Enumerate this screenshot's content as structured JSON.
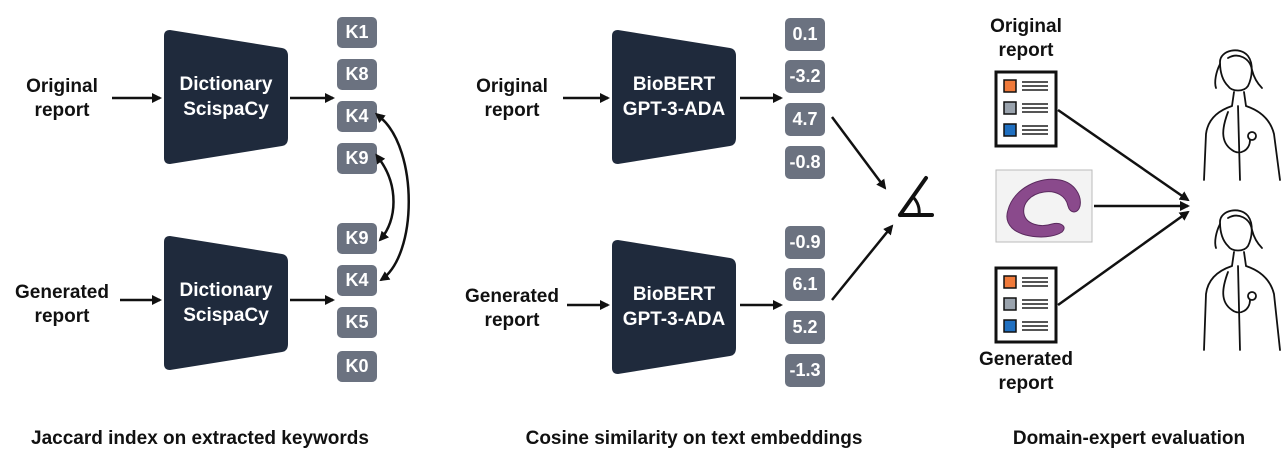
{
  "jaccard": {
    "original_input_label": [
      "Original",
      "report"
    ],
    "generated_input_label": [
      "Generated",
      "report"
    ],
    "encoder_label": [
      "Dictionary",
      "ScispaCy"
    ],
    "original_keywords": [
      "K1",
      "K8",
      "K4",
      "K9"
    ],
    "generated_keywords": [
      "K9",
      "K4",
      "K5",
      "K0"
    ],
    "caption": "Jaccard index on extracted keywords"
  },
  "cosine": {
    "original_input_label": [
      "Original",
      "report"
    ],
    "generated_input_label": [
      "Generated",
      "report"
    ],
    "encoder_label": [
      "BioBERT",
      "GPT-3-ADA"
    ],
    "original_embedding": [
      "0.1",
      "-3.2",
      "4.7",
      "-0.8"
    ],
    "generated_embedding": [
      "-0.9",
      "6.1",
      "5.2",
      "-1.3"
    ],
    "caption": "Cosine similarity on text embeddings"
  },
  "expert": {
    "original_label": [
      "Original",
      "report"
    ],
    "generated_label": [
      "Generated",
      "report"
    ],
    "caption": "Domain-expert evaluation"
  },
  "colors": {
    "encoder_fill": "#1f2a3c",
    "tag_fill": "#6b7280",
    "icon_orange": "#f07a3a",
    "icon_gray": "#9aa3ad",
    "icon_blue": "#1f6fc0"
  },
  "icons": [
    "angle-icon",
    "report-icon",
    "histology-slide-icon",
    "doctor-icon"
  ]
}
